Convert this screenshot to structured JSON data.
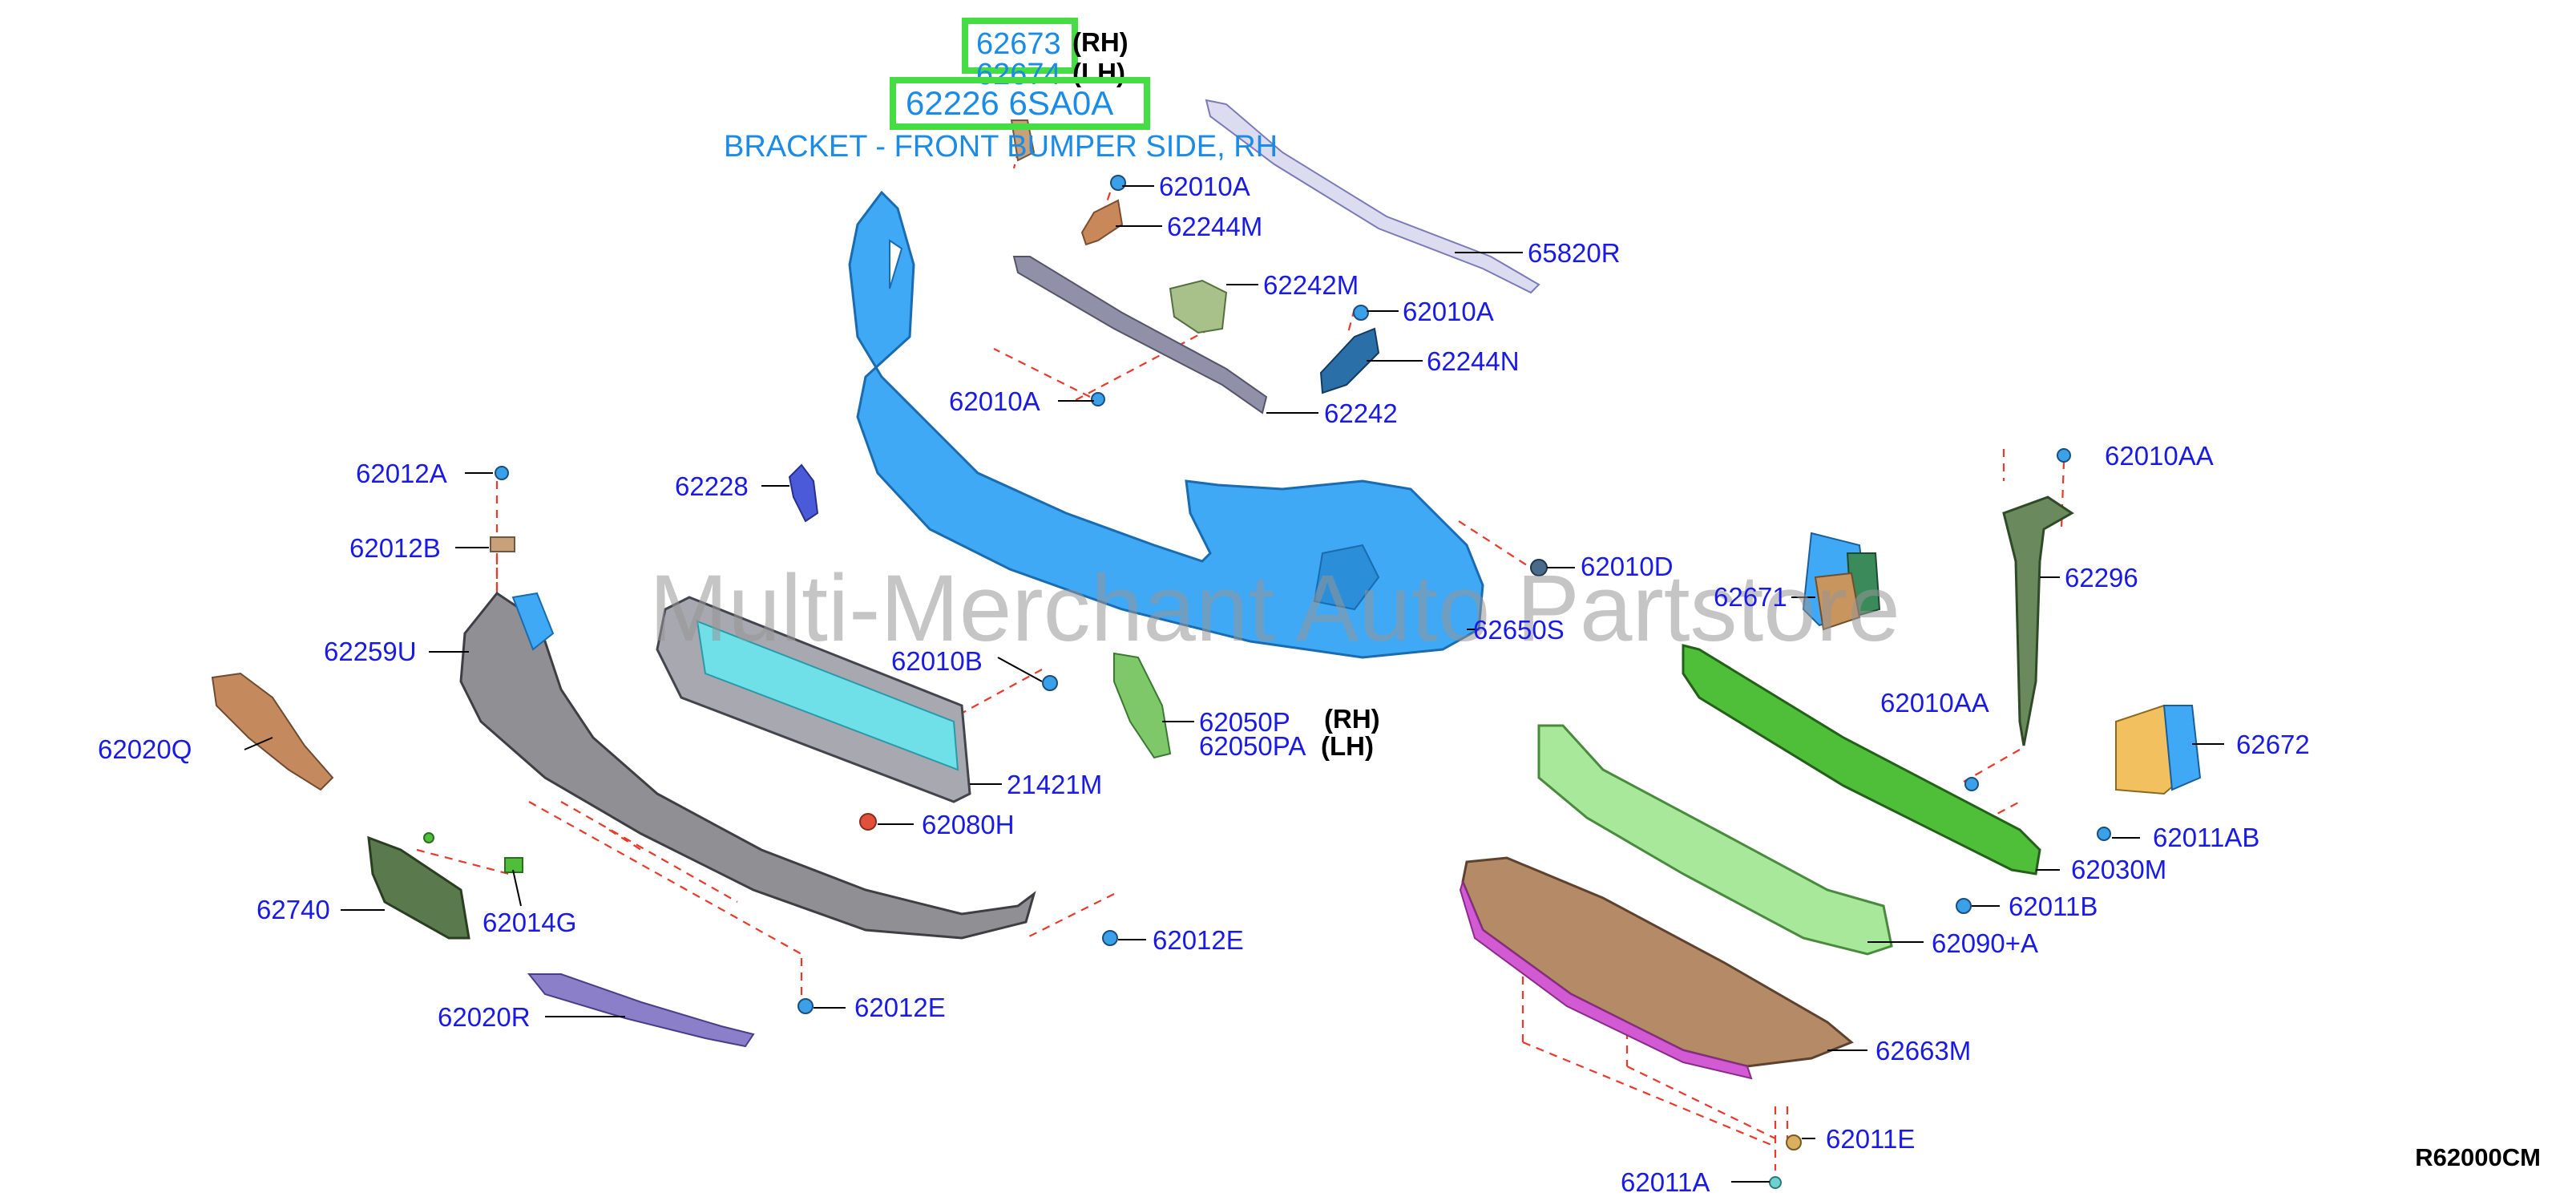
{
  "watermark": "Multi-Merchant Auto Partstore",
  "diagram_id": "R62000CM",
  "highlight": {
    "part_rh": "62673",
    "part_lh": "62674",
    "rh_suffix": "(RH)",
    "lh_suffix": "(LH)",
    "part_number": "62226 6SA0A",
    "description": "BRACKET - FRONT BUMPER SIDE, RH"
  },
  "callouts": {
    "c62010A_1": "62010A",
    "c62244M": "62244M",
    "c65820R": "65820R",
    "c62242M": "62242M",
    "c62010A_2": "62010A",
    "c62244N": "62244N",
    "c62010A_3": "62010A",
    "c62242": "62242",
    "c62012A": "62012A",
    "c62228": "62228",
    "c62012B": "62012B",
    "c62010AA_1": "62010AA",
    "c62296": "62296",
    "c62010D": "62010D",
    "c62671": "62671",
    "c62650S": "62650S",
    "c62259U": "62259U",
    "c62010B": "62010B",
    "c62050P": "62050P",
    "c62050PA": "62050PA",
    "rh_suffix": "(RH)",
    "lh_suffix": "(LH)",
    "c62010AA_2": "62010AA",
    "c62672": "62672",
    "c62020Q": "62020Q",
    "c21421M": "21421M",
    "c62080H": "62080H",
    "c62011AB": "62011AB",
    "c62030M": "62030M",
    "c62740": "62740",
    "c62014G": "62014G",
    "c62011B": "62011B",
    "c62012E_1": "62012E",
    "c62090A": "62090+A",
    "c62020R": "62020R",
    "c62012E_2": "62012E",
    "c62663M": "62663M",
    "c62011E": "62011E",
    "c62011A": "62011A"
  },
  "colors": {
    "callout_text": "#1a1ae6",
    "highlight_box": "#44dd44",
    "highlight_text": "#1a8be6",
    "leader_dash": "#e83a2a",
    "bumper_blue": "#3fa9f5",
    "grey_part": "#8f8f94",
    "green_part": "#4fbf3a",
    "light_green": "#a8e89a",
    "brown_part": "#b58a66",
    "purple_part": "#8a7fc8"
  }
}
